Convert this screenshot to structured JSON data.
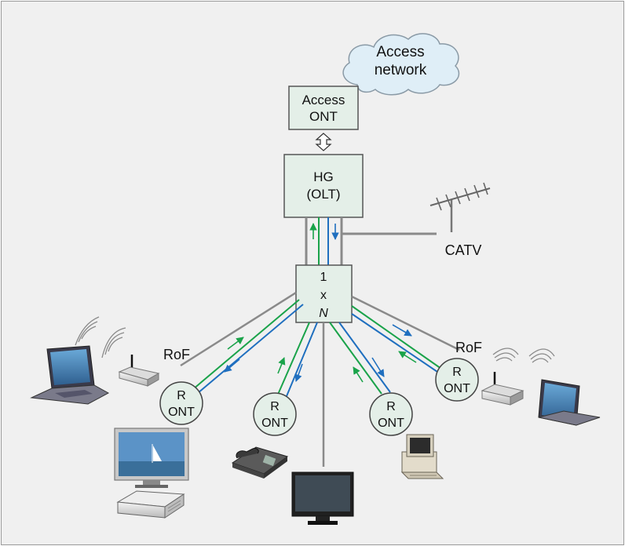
{
  "cloud": {
    "line1": "Access",
    "line2": "network"
  },
  "access_ont": {
    "line1": "Access",
    "line2": "ONT"
  },
  "hg": {
    "line1": "HG",
    "line2": "(OLT)"
  },
  "splitter": {
    "line1": "1",
    "line2": "x",
    "line3": "N"
  },
  "catv": {
    "label": "CATV"
  },
  "rof_left": {
    "label": "RoF"
  },
  "rof_right": {
    "label": "RoF"
  },
  "ont_nodes": [
    {
      "line1": "R",
      "line2": "ONT"
    },
    {
      "line1": "R",
      "line2": "ONT"
    },
    {
      "line1": "R",
      "line2": "ONT"
    },
    {
      "line1": "R",
      "line2": "ONT"
    }
  ],
  "colors": {
    "background": "#f0f0f0",
    "box_fill": "#e4efe8",
    "box_stroke": "#555555",
    "fiber_gray": "#8a8a8a",
    "green": "#1aa34a",
    "blue": "#1f6fbf",
    "cloud_fill": "#dfeef7"
  },
  "icons": [
    "laptop-icon",
    "wireless-ap-icon",
    "wifi-waves-icon",
    "flat-tv-icon",
    "set-top-box-icon",
    "phone-icon",
    "desktop-pc-icon",
    "tv-antenna-icon"
  ]
}
